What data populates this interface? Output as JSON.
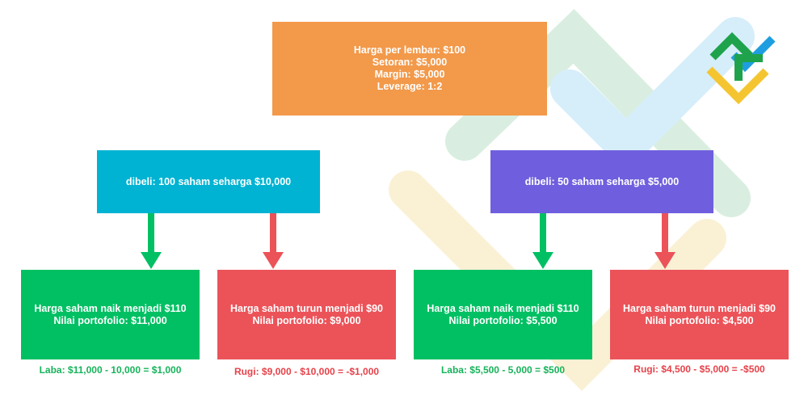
{
  "colors": {
    "top_box": "#f2994a",
    "left_box": "#00b3d2",
    "right_box": "#6f5fde",
    "profit": "#00c063",
    "loss": "#eb5359",
    "profit_text": "#16b35a",
    "loss_text": "#e6424a",
    "deco_green": "#d9eee0",
    "deco_yellow": "#faf1d5",
    "deco_blue": "#d6eefa"
  },
  "top": {
    "line1": "Harga per lembar: $100",
    "line2": "Setoran: $5,000",
    "line3": "Margin: $5,000",
    "line4": "Leverage: 1:2"
  },
  "left": {
    "label": "dibeli: 100 saham seharga $10,000",
    "up": {
      "line1": "Harga saham naik menjadi $110",
      "line2": "Nilai portofolio: $11,000",
      "result": "Laba: $11,000 - 10,000 = $1,000"
    },
    "down": {
      "line1": "Harga saham turun menjadi $90",
      "line2": "Nilai portofolio: $9,000",
      "result": "Rugi: $9,000 - $10,000 = -$1,000"
    }
  },
  "right": {
    "label": "dibeli: 50 saham seharga $5,000",
    "up": {
      "line1": "Harga saham naik menjadi $110",
      "line2": "Nilai portofolio: $5,500",
      "result": "Laba: $5,500 - 5,000 = $500"
    },
    "down": {
      "line1": "Harga saham turun menjadi $90",
      "line2": "Nilai portofolio: $4,500",
      "result": "Rugi: $4,500 - $5,000 = -$500"
    }
  },
  "logo": {
    "icon": "brand-logo-icon",
    "colors": [
      "#1ea34c",
      "#1e9ee0",
      "#f4c531"
    ]
  }
}
